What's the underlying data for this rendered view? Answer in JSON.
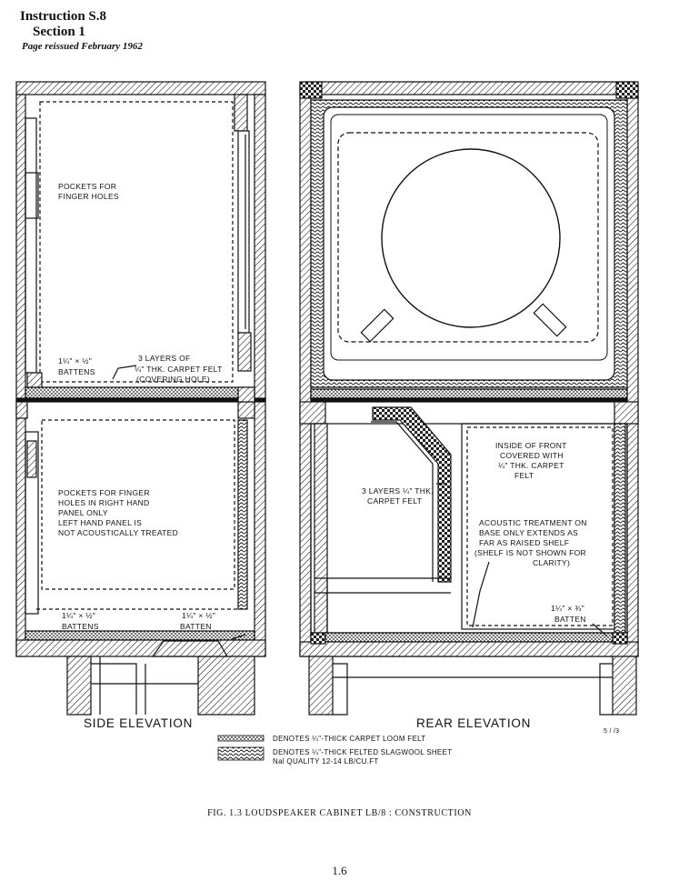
{
  "header": {
    "instruction": "Instruction S.8",
    "section": "Section 1",
    "reissue": "Page reissued February 1962"
  },
  "side_elevation": {
    "title": "SIDE ELEVATION",
    "label_pockets_upper": [
      "POCKETS FOR",
      "FINGER HOLES"
    ],
    "label_battens_upper": [
      "1¼\" × ½\"",
      "BATTENS"
    ],
    "label_layers_upper": [
      "3 LAYERS OF",
      "¼\" THK. CARPET FELT",
      "(COVERING HOLE)"
    ],
    "label_pockets_lower": [
      "POCKETS FOR FINGER",
      "HOLES IN RIGHT HAND",
      "PANEL ONLY",
      "LEFT HAND PANEL IS",
      "NOT ACOUSTICALLY TREATED"
    ],
    "label_battens_lower": [
      "1¼\" × ½\"",
      "BATTENS"
    ],
    "label_batten_lower": [
      "1¼\" × ½\"",
      "BATTEN"
    ]
  },
  "rear_elevation": {
    "title": "REAR ELEVATION",
    "label_layers": [
      "3 LAYERS ¼\" THK.",
      "CARPET FELT"
    ],
    "label_front": [
      "INSIDE OF FRONT",
      "COVERED WITH",
      "¼\" THK. CARPET",
      "FELT"
    ],
    "label_acoustic": [
      "ACOUSTIC TREATMENT ON",
      "BASE ONLY EXTENDS AS",
      "FAR AS RAISED SHELF",
      "(SHELF IS NOT SHOWN FOR",
      "CLARITY)"
    ],
    "label_batten": [
      "1¼\" × ¾\"",
      "BATTEN"
    ]
  },
  "drawing_ref": "5 / /3",
  "key": {
    "felt": "DENOTES ¼\"-THICK CARPET LOOM FELT",
    "slagwool": "DENOTES ¼\"-THICK FELTED SLAGWOOL SHEET",
    "slagwool_quality": "Nal QUALITY 12-14 LB/CU.FT"
  },
  "caption": "FIG. 1.3   LOUDSPEAKER CABINET LB/8 :  CONSTRUCTION",
  "page_number": "1.6"
}
